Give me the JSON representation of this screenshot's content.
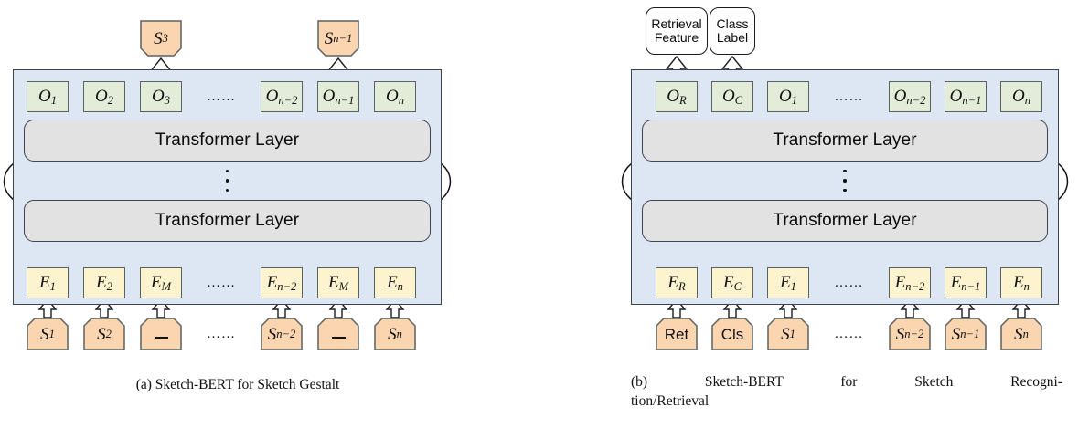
{
  "figure": {
    "title": "Sketch-BERT architecture diagrams",
    "colors": {
      "panel_fill": "#dce7f3",
      "panel_border": "#3d4450",
      "output_token": "#e2ecd8",
      "embed_token": "#fdf3ce",
      "stroke_token": "#fbd4b0",
      "transformer_fill": "#e2e2e2",
      "callout_fill": "#ffffff",
      "text": "#111111"
    },
    "ellipsis_horizontal": "……",
    "ellipsis_vertical": "⋮"
  },
  "panel_a": {
    "caption": "(a)  Sketch-BERT for Sketch Gestalt",
    "transformer_layers": [
      {
        "label": "Transformer Layer"
      },
      {
        "label": "Transformer Layer"
      }
    ],
    "predictions": [
      {
        "label": "S",
        "sub": "3",
        "over_column": 2
      },
      {
        "label": "S",
        "sub": "n−1",
        "over_column": 4
      }
    ],
    "outputs": [
      {
        "label": "O",
        "sub": "1"
      },
      {
        "label": "O",
        "sub": "2"
      },
      {
        "label": "O",
        "sub": "3"
      },
      {
        "label": "O",
        "sub": "n−2"
      },
      {
        "label": "O",
        "sub": "n−1"
      },
      {
        "label": "O",
        "sub": "n"
      }
    ],
    "embeddings": [
      {
        "label": "E",
        "sub": "1"
      },
      {
        "label": "E",
        "sub": "2"
      },
      {
        "label": "E",
        "sub": "M"
      },
      {
        "label": "E",
        "sub": "n−2"
      },
      {
        "label": "E",
        "sub": "M"
      },
      {
        "label": "E",
        "sub": "n"
      }
    ],
    "inputs": [
      {
        "label": "S",
        "sub": "1",
        "masked": false
      },
      {
        "label": "S",
        "sub": "2",
        "masked": false
      },
      {
        "label": "_",
        "sub": "",
        "masked": true
      },
      {
        "label": "S",
        "sub": "n−2",
        "masked": false
      },
      {
        "label": "_",
        "sub": "",
        "masked": true
      },
      {
        "label": "S",
        "sub": "n",
        "masked": false
      }
    ]
  },
  "panel_b": {
    "caption_line1": "(b)   Sketch-BERT   for   Sketch   Recogni-",
    "caption_line2": "tion/Retrieval",
    "transformer_layers": [
      {
        "label": "Transformer Layer"
      },
      {
        "label": "Transformer Layer"
      }
    ],
    "callouts": [
      {
        "line1": "Retrieval",
        "line2": "Feature",
        "over_column": 0
      },
      {
        "line1": "Class",
        "line2": "Label",
        "over_column": 1
      }
    ],
    "outputs": [
      {
        "label": "O",
        "sub": "R"
      },
      {
        "label": "O",
        "sub": "C"
      },
      {
        "label": "O",
        "sub": "1"
      },
      {
        "label": "O",
        "sub": "n−2"
      },
      {
        "label": "O",
        "sub": "n−1"
      },
      {
        "label": "O",
        "sub": "n"
      }
    ],
    "embeddings": [
      {
        "label": "E",
        "sub": "R"
      },
      {
        "label": "E",
        "sub": "C"
      },
      {
        "label": "E",
        "sub": "1"
      },
      {
        "label": "E",
        "sub": "n−2"
      },
      {
        "label": "E",
        "sub": "n−1"
      },
      {
        "label": "E",
        "sub": "n"
      }
    ],
    "inputs": [
      {
        "label": "Ret",
        "sub": "",
        "token": true
      },
      {
        "label": "Cls",
        "sub": "",
        "token": true
      },
      {
        "label": "S",
        "sub": "1",
        "token": false
      },
      {
        "label": "S",
        "sub": "n−2",
        "token": false
      },
      {
        "label": "S",
        "sub": "n−1",
        "token": false
      },
      {
        "label": "S",
        "sub": "n",
        "token": false
      }
    ]
  }
}
